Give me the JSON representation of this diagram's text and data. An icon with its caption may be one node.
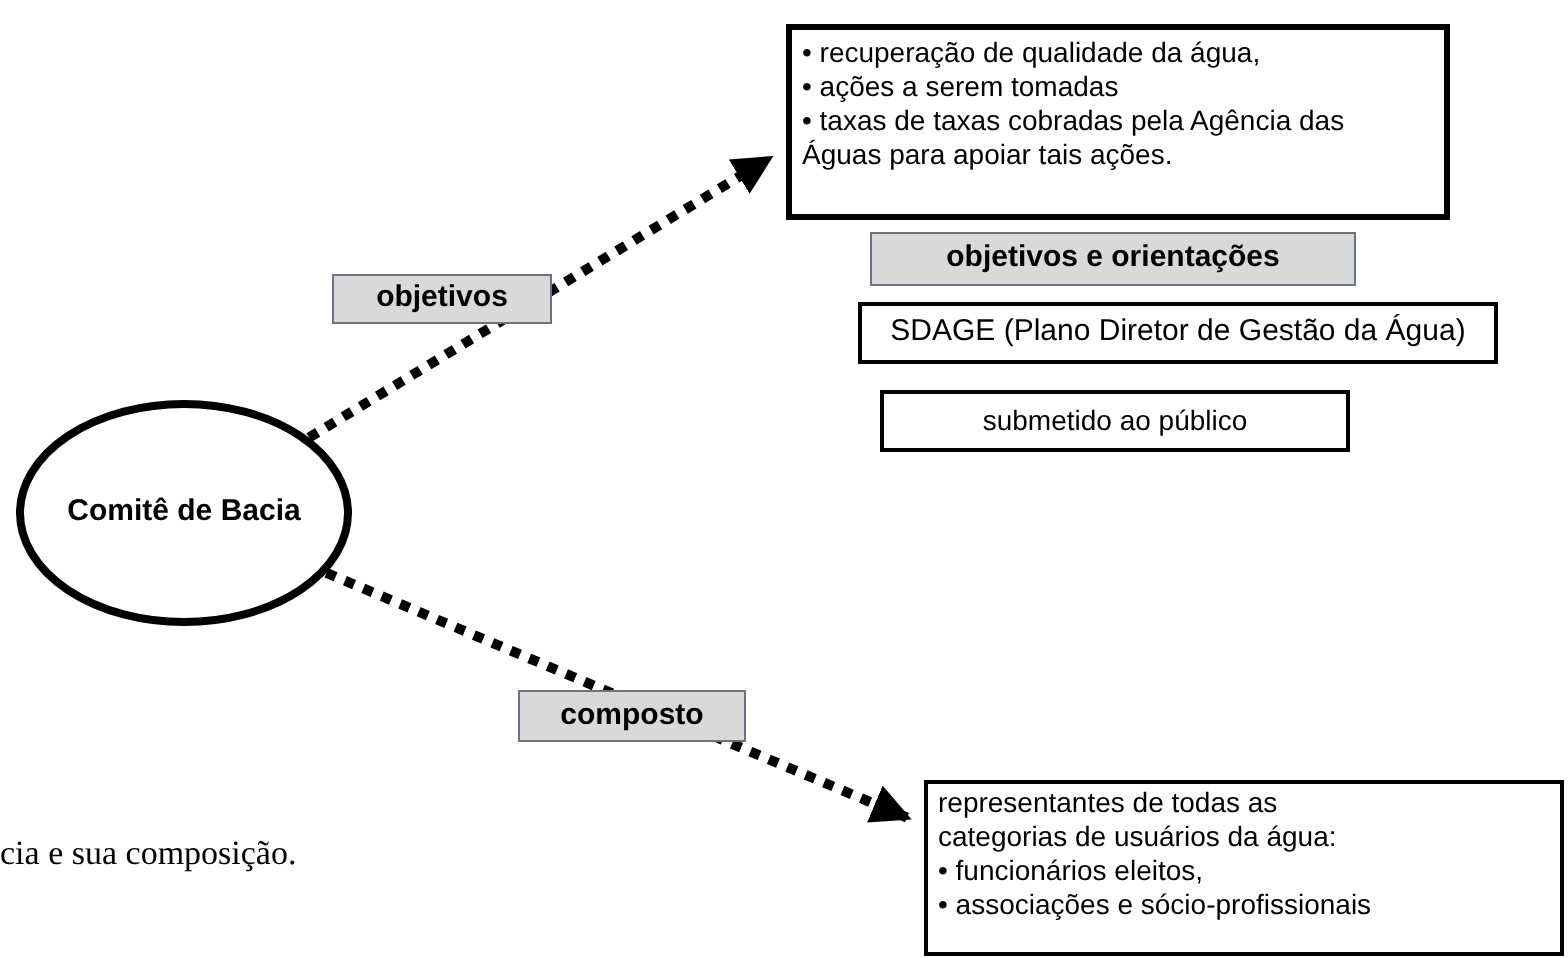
{
  "diagram": {
    "nodes": [
      {
        "text": [
          "Comitê de Bacia"
        ]
      },
      {
        "text": [
          "• recuperação de qualidade da água,",
          "• ações a serem tomadas",
          "• taxas de taxas cobradas pela Agência das Águas para apoiar tais ações."
        ]
      },
      {
        "text": [
          "objetivos e orientações"
        ]
      },
      {
        "text": [
          "SDAGE (Plano Diretor de Gestão da Água)"
        ]
      },
      {
        "text": [
          "submetido ao público"
        ]
      },
      {
        "text": [
          "representantes de todas as categorias de usuários da água:",
          "• funcionários eleitos,",
          "• associações e sócio-profissionais"
        ]
      }
    ],
    "edges": [
      {
        "from": 0,
        "to": 1,
        "arrow": "to",
        "label": "objetivos",
        "style": "dashed"
      },
      {
        "from": 0,
        "to": 5,
        "arrow": "to",
        "label": "composto",
        "style": "dashed"
      }
    ],
    "labels": [
      "cia e sua composição."
    ]
  }
}
